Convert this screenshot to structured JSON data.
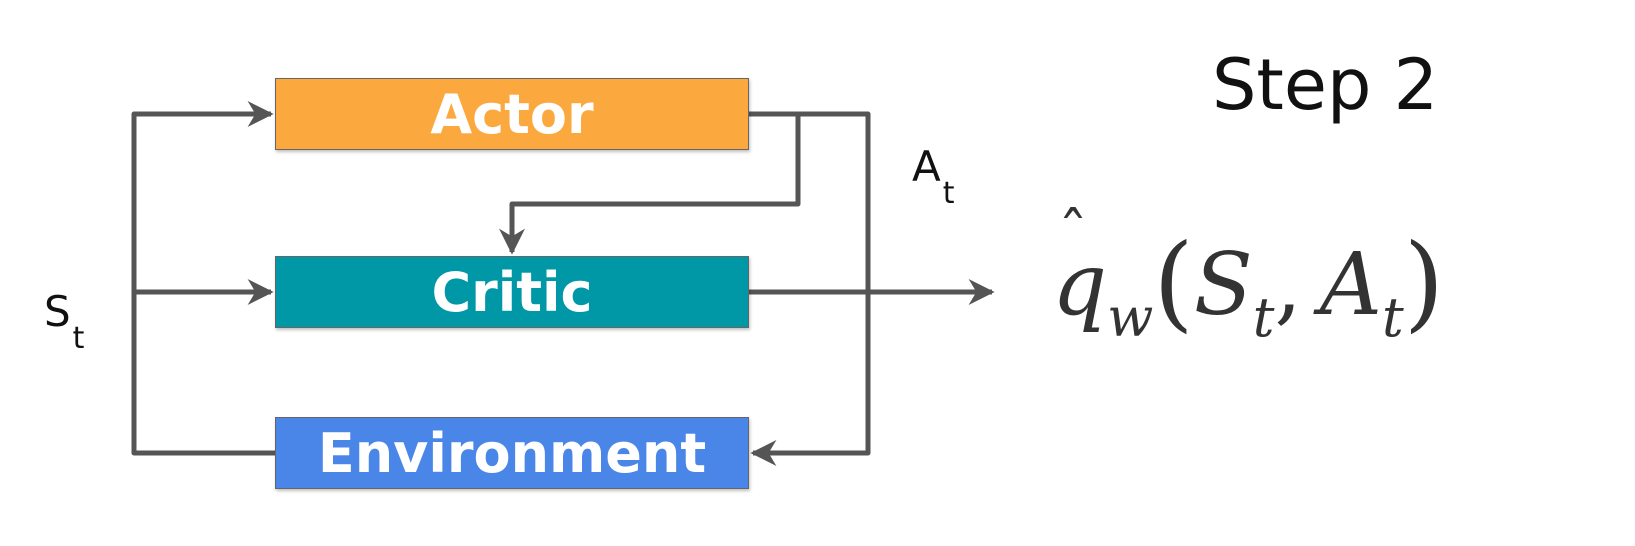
{
  "diagram": {
    "boxes": {
      "actor": {
        "label": "Actor",
        "color": "#FBA93F"
      },
      "critic": {
        "label": "Critic",
        "color": "#0097A7"
      },
      "environment": {
        "label": "Environment",
        "color": "#4A86E8"
      }
    },
    "state_label": {
      "main": "S",
      "sub": "t"
    },
    "action_label": {
      "main": "A",
      "sub": "t"
    },
    "arrow_color": "#555555"
  },
  "step_title": "Step 2",
  "formula": {
    "function": "q",
    "function_sub": "w",
    "open_paren": "(",
    "arg1": "S",
    "arg1_sub": "t",
    "separator": ",",
    "arg2": "A",
    "arg2_sub": "t",
    "close_paren": ")"
  }
}
